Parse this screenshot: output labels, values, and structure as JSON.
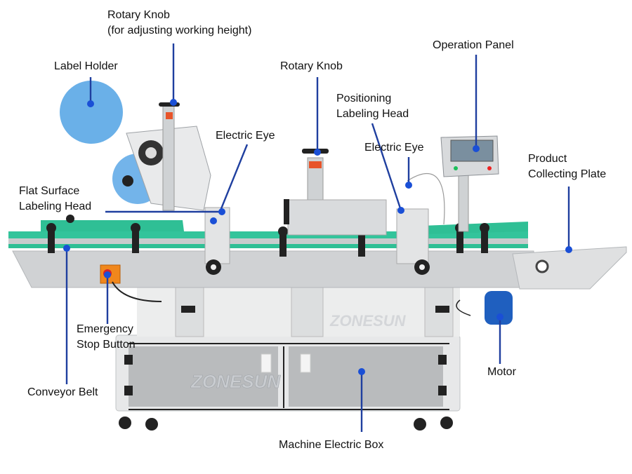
{
  "diagram": {
    "subject": "Automatic labeling machine (round bottle + flat surface)",
    "watermark": "ZONESUN",
    "leader_line_color": "#1f3f9f",
    "dot_color": "#1a4fd6",
    "colors": {
      "stainless": "#d6d8da",
      "stainless_dark": "#a9adb1",
      "conveyor_green": "#2fbf95",
      "label_roll_blue": "#5aa7e6",
      "motor_blue": "#1f5fbf",
      "estop_orange": "#f0871c",
      "estop_red": "#d3222a",
      "cabinet_gray": "#b9bbbd"
    }
  },
  "labels": {
    "rotary_knob_height": {
      "line1": "Rotary Knob",
      "line2": "(for adjusting working height)"
    },
    "label_holder": "Label Holder",
    "rotary_knob": "Rotary Knob",
    "operation_panel": "Operation Panel",
    "positioning_labeling_head": {
      "line1": "Positioning",
      "line2": "Labeling Head"
    },
    "electric_eye_left": "Electric Eye",
    "electric_eye_right": "Electric Eye",
    "product_collecting_plate": {
      "line1": "Product",
      "line2": "Collecting Plate"
    },
    "flat_surface_labeling_head": {
      "line1": "Flat Surface",
      "line2": "Labeling Head"
    },
    "emergency_stop_button": {
      "line1": "Emergency",
      "line2": "Stop Button"
    },
    "conveyor_belt": "Conveyor Belt",
    "motor": "Motor",
    "machine_electric_box": "Machine Electric Box"
  }
}
